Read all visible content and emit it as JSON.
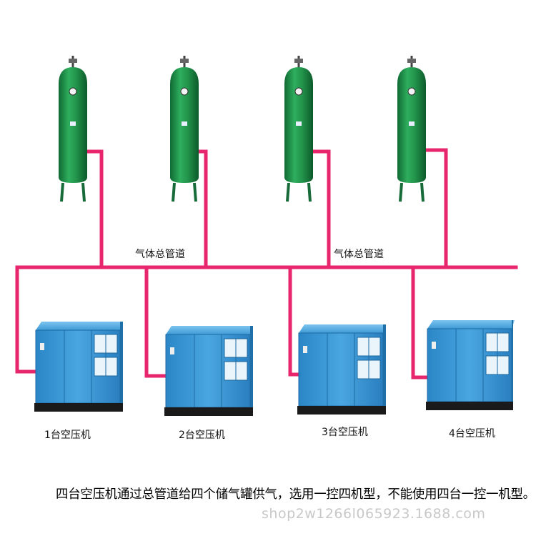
{
  "pipe_labels": [
    "气体总管道",
    "气体总管道"
  ],
  "compressor_labels": [
    "1台空压机",
    "2台空压机",
    "3台空压机",
    "4台空压机"
  ],
  "caption": "四台空压机通过总管道给四个储气罐供气，选用一控四机型，不能使用四台一控一机型。",
  "watermark": "shop2w1266l065923.1688.com",
  "colors": {
    "pipe": "#e8266e",
    "tank_green": "#1e8f4a",
    "compressor_blue": "#2f8fd0",
    "compressor_base": "#1a1a1a"
  }
}
